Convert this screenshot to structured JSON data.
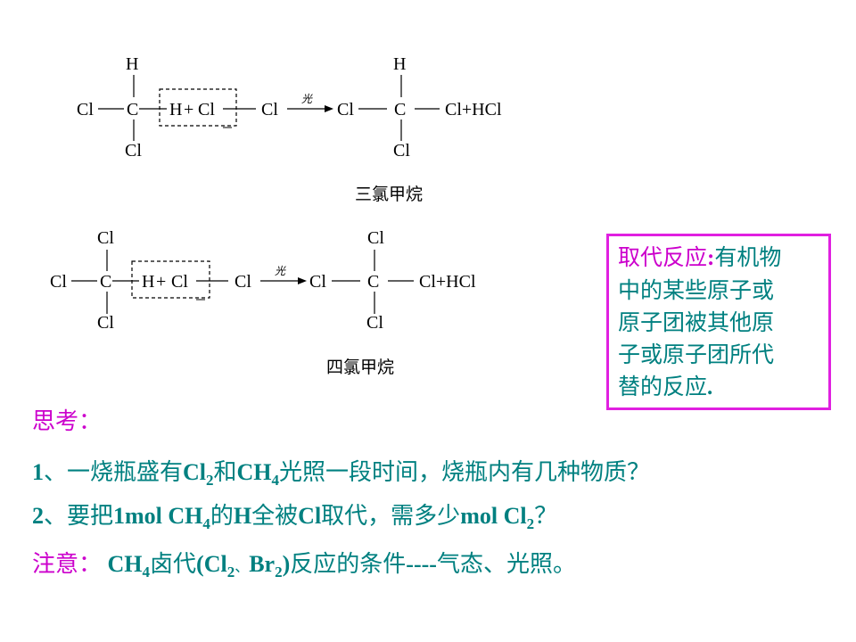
{
  "reaction1": {
    "atoms": {
      "h_top_left": "H",
      "cl_left": "Cl",
      "c_left": "C",
      "h_boxed": "H",
      "plus": "+",
      "cl_boxed": "Cl",
      "cl_bottom_left": "Cl",
      "cl_reagent": "Cl",
      "light_mark": "光",
      "cl_product_left": "Cl",
      "c_product": "C",
      "h_top_product": "H",
      "cl_bottom_product": "Cl",
      "product_tail": "Cl+HCl"
    },
    "caption": "三氯甲烷"
  },
  "reaction2": {
    "atoms": {
      "cl_top_left": "Cl",
      "cl_left": "Cl",
      "c_left": "C",
      "h_boxed": "H",
      "plus": "+",
      "cl_boxed": "Cl",
      "cl_bottom_left": "Cl",
      "cl_reagent": "Cl",
      "light_mark": "光",
      "cl_product_left": "Cl",
      "c_product": "C",
      "cl_top_product": "Cl",
      "cl_bottom_product": "Cl",
      "product_tail": "Cl+HCl"
    },
    "caption": "四氯甲烷"
  },
  "definition": {
    "term": "取代反应",
    "colon": ":",
    "line1_rest": "有机物",
    "line2": "中的某些原子或",
    "line3": "原子团被其他原",
    "line4": "子或原子团所代",
    "line5": "替的反应",
    "end": "."
  },
  "think": {
    "label": "思考："
  },
  "q1": {
    "num": "1",
    "t1": "、一烧瓶盛有",
    "cl": "Cl",
    "cl_sub": "2",
    "t2": "和",
    "ch": "CH",
    "ch_sub": "4",
    "t3": "光照一段时间，烧瓶内有几种物质？"
  },
  "q2": {
    "num": "2",
    "t1": "、要把",
    "b1": "1mol CH",
    "sub1": "4",
    "t2": "的",
    "b2": "H",
    "t3": "全被",
    "b3": "Cl",
    "t4": "取代，需多少",
    "b4": "mol Cl",
    "sub2": "2",
    "t5": "？"
  },
  "note": {
    "label": "注意：",
    "ch": "CH",
    "ch_sub": "4",
    "t1": "卤代",
    "p1": "(Cl",
    "sub_cl": "2",
    "sep": "、",
    "br": "Br",
    "sub_br": "2",
    "p2": ")",
    "t2": "反应的条件",
    "dashes": "----",
    "t3": "气态、光照。"
  }
}
